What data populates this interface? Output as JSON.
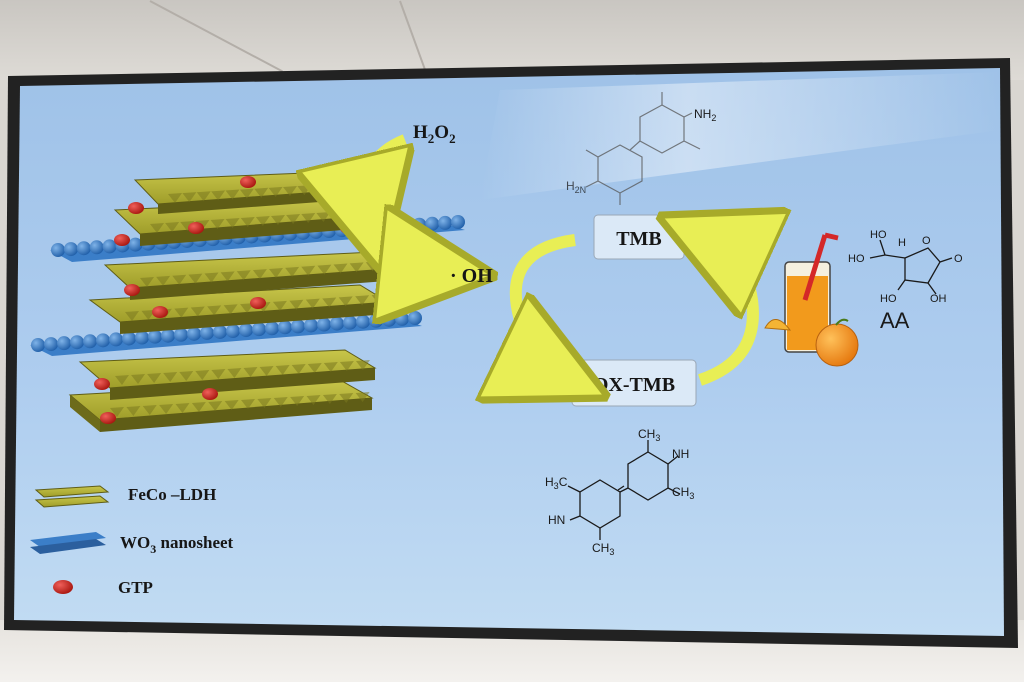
{
  "diagram": {
    "reagent_top_main": "H",
    "reagent_top_sub1": "2",
    "reagent_top_mid": "O",
    "reagent_top_sub2": "2",
    "radical": "· OH",
    "node_top": "TMB",
    "node_bottom": "OX-TMB",
    "inhibitor": "AA",
    "tmb_groups": {
      "nh2_top": "NH",
      "nh2_top_sub": "2",
      "nh2_bottom": "H",
      "nh2_bottom_sub": "2N"
    },
    "oxtmb_groups": {
      "ch3": "CH",
      "ch3_sub": "3",
      "h3c_main": "H",
      "h3c_sub": "3",
      "h3c_tail": "C",
      "nh": "NH",
      "hn": "HN"
    },
    "aa_groups": {
      "ho": "HO",
      "oh": "OH",
      "h": "H",
      "o": "O"
    },
    "legend": {
      "ldh": "FeCo –LDH",
      "wo3_main": "WO",
      "wo3_sub": "3",
      "wo3_tail": " nanosheet",
      "gtp": "GTP"
    },
    "colors": {
      "screen_bg_top": "#9fc2e8",
      "screen_bg_bottom": "#bcd8f2",
      "ldh_green": "#b7b634",
      "wo3_blue": "#3b7ec8",
      "gtp_red": "#cc2a24",
      "arrow_yellow": "#e8ee55",
      "juice_orange": "#f29a1c"
    }
  }
}
